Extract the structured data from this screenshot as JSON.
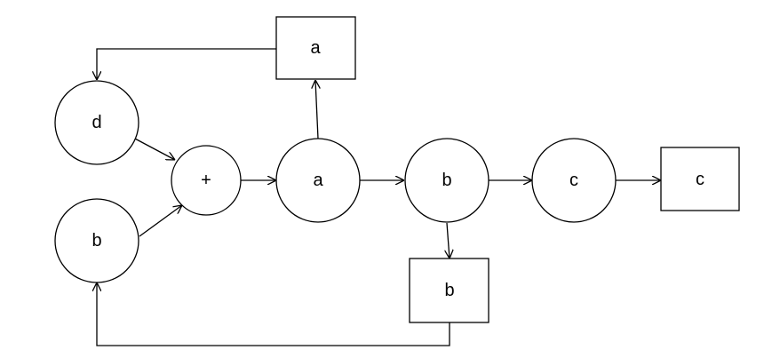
{
  "diagram": {
    "nodes": [
      {
        "id": "box-a",
        "shape": "rect",
        "label": "a"
      },
      {
        "id": "circle-d",
        "shape": "circle",
        "label": "d"
      },
      {
        "id": "circle-b-left",
        "shape": "circle",
        "label": "b"
      },
      {
        "id": "circle-plus",
        "shape": "circle",
        "label": "+"
      },
      {
        "id": "circle-a",
        "shape": "circle",
        "label": "a"
      },
      {
        "id": "circle-b-mid",
        "shape": "circle",
        "label": "b"
      },
      {
        "id": "circle-c",
        "shape": "circle",
        "label": "c"
      },
      {
        "id": "box-c",
        "shape": "rect",
        "label": "c"
      },
      {
        "id": "box-b",
        "shape": "rect",
        "label": "b"
      }
    ],
    "edges": [
      {
        "from": "box-a",
        "to": "circle-d"
      },
      {
        "from": "circle-d",
        "to": "circle-plus"
      },
      {
        "from": "circle-b-left",
        "to": "circle-plus"
      },
      {
        "from": "circle-plus",
        "to": "circle-a"
      },
      {
        "from": "circle-a",
        "to": "box-a"
      },
      {
        "from": "circle-a",
        "to": "circle-b-mid"
      },
      {
        "from": "circle-b-mid",
        "to": "circle-c"
      },
      {
        "from": "circle-c",
        "to": "box-c"
      },
      {
        "from": "circle-b-mid",
        "to": "box-b"
      },
      {
        "from": "box-b",
        "to": "circle-b-left"
      }
    ]
  }
}
